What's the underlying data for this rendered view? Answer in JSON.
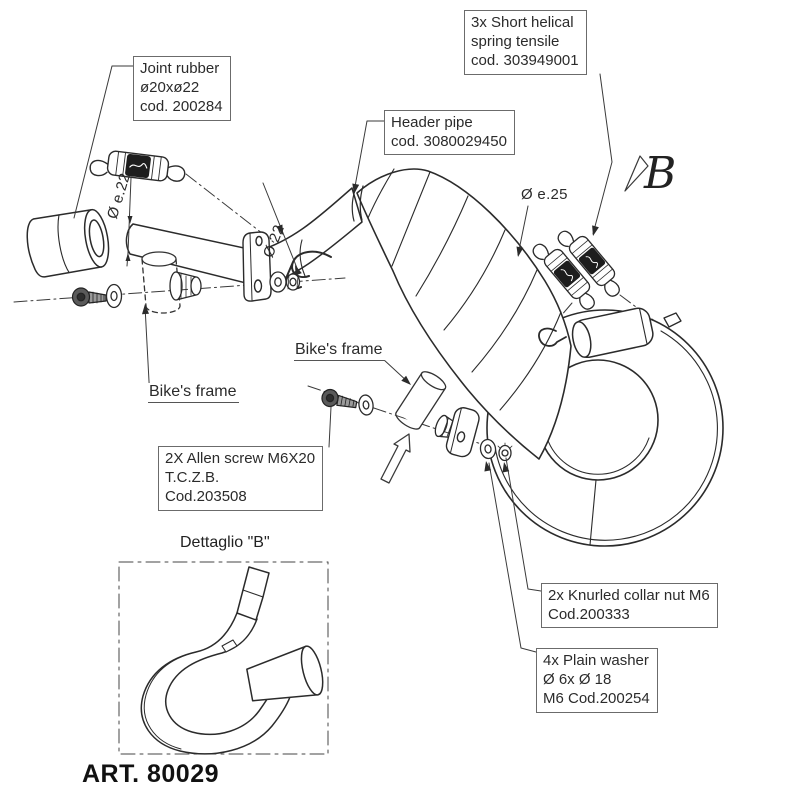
{
  "art_number": "ART. 80029",
  "detail_box": {
    "title": "Dettaglio \"B\""
  },
  "view_marker": {
    "letter": "B"
  },
  "dimensions": {
    "inlet_joint": "Ø e.22",
    "header": "Ø 22",
    "outlet": "Ø e.25"
  },
  "callouts": {
    "joint_rubber": {
      "lines": [
        "Joint rubber",
        "ø20xø22",
        "cod. 200284"
      ]
    },
    "springs": {
      "lines": [
        "3x Short helical",
        "spring tensile",
        "cod. 303949001"
      ]
    },
    "header_pipe": {
      "lines": [
        "Header pipe",
        "cod. 3080029450"
      ]
    },
    "allen_screw": {
      "lines": [
        "2X Allen screw M6X20",
        "T.C.Z.B.",
        "Cod.203508"
      ]
    },
    "collar_nut": {
      "lines": [
        "2x Knurled collar nut M6",
        "Cod.200333"
      ]
    },
    "plain_washer": {
      "lines": [
        "4x Plain washer",
        "Ø 6x Ø 18",
        "M6 Cod.200254"
      ]
    },
    "bikes_frame_left": "Bike's frame",
    "bikes_frame_center": "Bike's frame"
  },
  "colors": {
    "line": "#2b2b2b",
    "box_border": "#6b6b6b",
    "metal_dark": "#4a4a4a"
  }
}
